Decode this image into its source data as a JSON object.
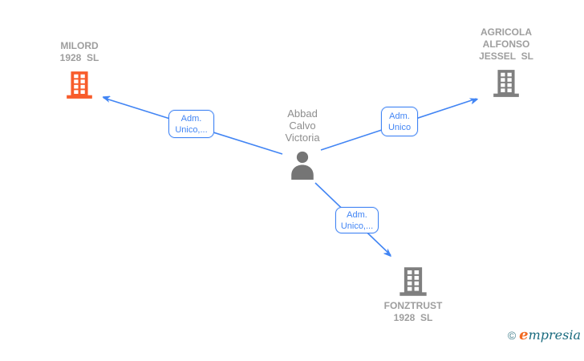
{
  "diagram": {
    "type": "corporate-relationship-graph",
    "background": "#ffffff"
  },
  "colors": {
    "edge_blue": "#4285F4",
    "highlight_company_orange": "#F85C2B",
    "company_gray": "#7F7F7F",
    "person_gray": "#757575",
    "label_text_gray": "#9E9E9E"
  },
  "nodes": {
    "milord": {
      "icon": "building-icon",
      "highlighted": true,
      "lines": [
        "MILORD",
        "1928  SL"
      ]
    },
    "agricola": {
      "icon": "building-icon",
      "highlighted": false,
      "lines": [
        "AGRICOLA",
        "ALFONSO",
        "JESSEL  SL"
      ]
    },
    "person": {
      "icon": "person-icon",
      "lines": [
        "Abbad",
        "Calvo",
        "Victoria"
      ]
    },
    "fonztrust": {
      "icon": "building-icon",
      "highlighted": false,
      "lines": [
        "FONZTRUST",
        "1928  SL"
      ]
    }
  },
  "edges": [
    {
      "from": "Abbad Calvo Victoria",
      "to": "MILORD 1928 SL",
      "label_lines": [
        "Adm.",
        "Unico,..."
      ]
    },
    {
      "from": "Abbad Calvo Victoria",
      "to": "AGRICOLA ALFONSO JESSEL SL",
      "label_lines": [
        "Adm.",
        "Unico"
      ]
    },
    {
      "from": "Abbad Calvo Victoria",
      "to": "FONZTRUST 1928 SL",
      "label_lines": [
        "Adm.",
        "Unico,..."
      ]
    }
  ],
  "watermark": {
    "copyright": "© ",
    "brand_first": "e",
    "brand_rest": "mpresia"
  }
}
